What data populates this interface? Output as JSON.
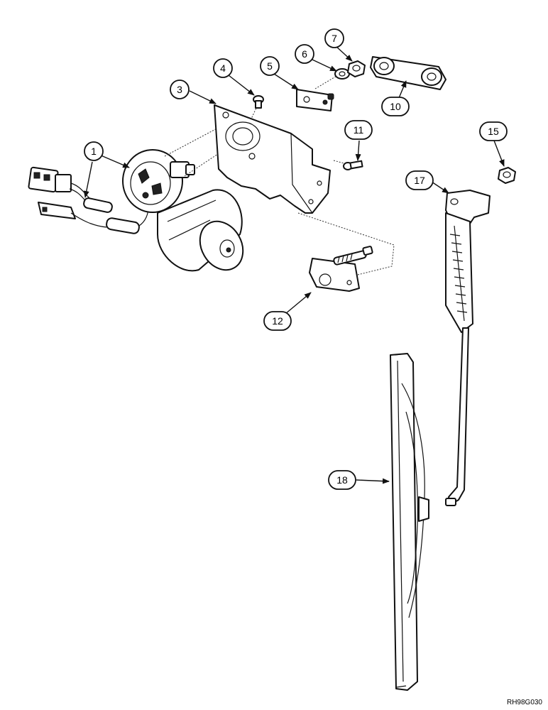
{
  "diagram": {
    "callouts": {
      "c1": "1",
      "c3": "3",
      "c4": "4",
      "c5": "5",
      "c6": "6",
      "c7": "7",
      "c10": "10",
      "c11": "11",
      "c12": "12",
      "c15": "15",
      "c17": "17",
      "c18": "18"
    },
    "reference_code": "RH98G030"
  },
  "colors": {
    "line": "#111111",
    "background": "#ffffff"
  }
}
